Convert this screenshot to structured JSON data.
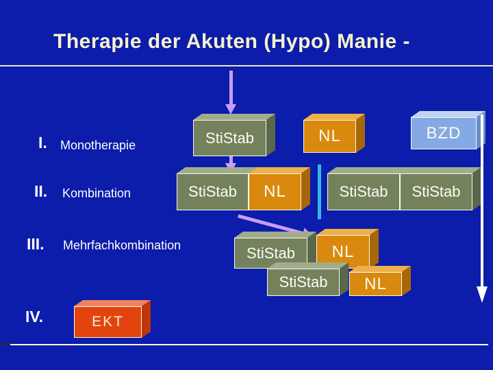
{
  "title": "Therapie der Akuten (Hypo) Manie -",
  "rows": [
    {
      "numeral": "I.",
      "label": "Monotherapie"
    },
    {
      "numeral": "II.",
      "label": "Kombination"
    },
    {
      "numeral": "III.",
      "label": "Mehrfachkombination"
    },
    {
      "numeral": "IV.",
      "label": ""
    }
  ],
  "boxes": {
    "r1_stistab": "StiStab",
    "r1_nl": "NL",
    "r1_bzd": "BZD",
    "r2_stistab": "StiStab",
    "r2_nl": "NL",
    "r2_comb_left": "StiStab",
    "r2_comb_right": "StiStab",
    "r3_stistab1": "StiStab",
    "r3_nl1": "NL",
    "r3_stistab2": "StiStab",
    "r3_nl2": "NL",
    "r4_ekt": "EKT"
  },
  "colors": {
    "background": "#0b1daa",
    "title_text": "#f5f2cd",
    "divider_line": "#eae7cc",
    "label_text": "#ffffff",
    "box_olive": "#74815d",
    "box_orange": "#d9890d",
    "box_lightblue": "#85a9e4",
    "box_red": "#e3440e",
    "arrow_purple": "#c99cf5",
    "line_cyan": "#38b6ea",
    "arrow_white": "#ffffff"
  }
}
